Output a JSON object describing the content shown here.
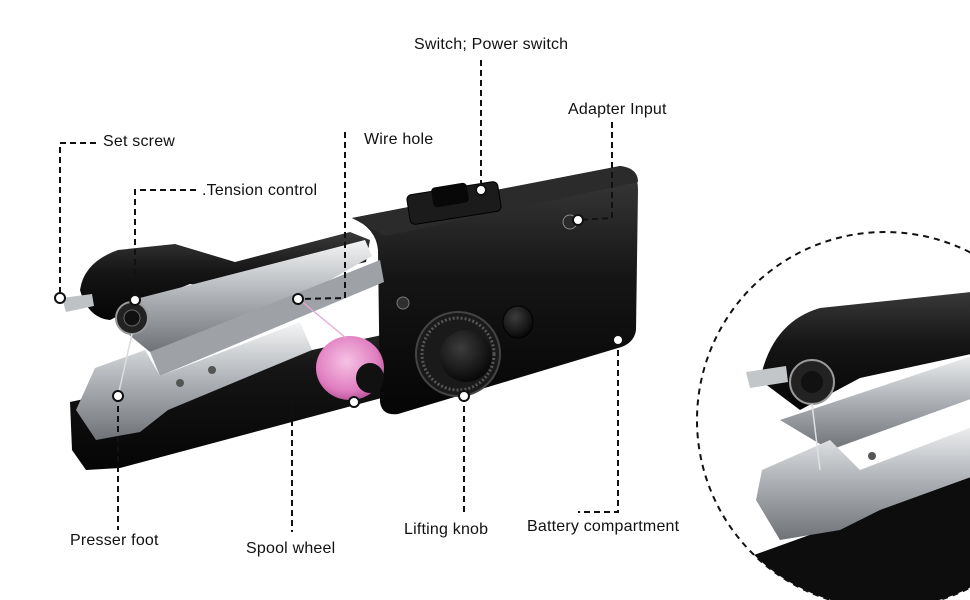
{
  "labels": {
    "power_switch": "Switch; Power switch",
    "adapter_input": "Adapter Input",
    "set_screw": "Set screw",
    "wire_hole": "Wire hole",
    "tension_control": ".Tension control",
    "presser_foot": "Presser foot",
    "spool_wheel": "Spool wheel",
    "lifting_knob": "Lifting knob",
    "battery_compartment": "Battery compartment"
  },
  "colors": {
    "body": "#141414",
    "chrome": "#c8cbce",
    "spool": "#e58ec6",
    "leader_line": "#111111"
  }
}
